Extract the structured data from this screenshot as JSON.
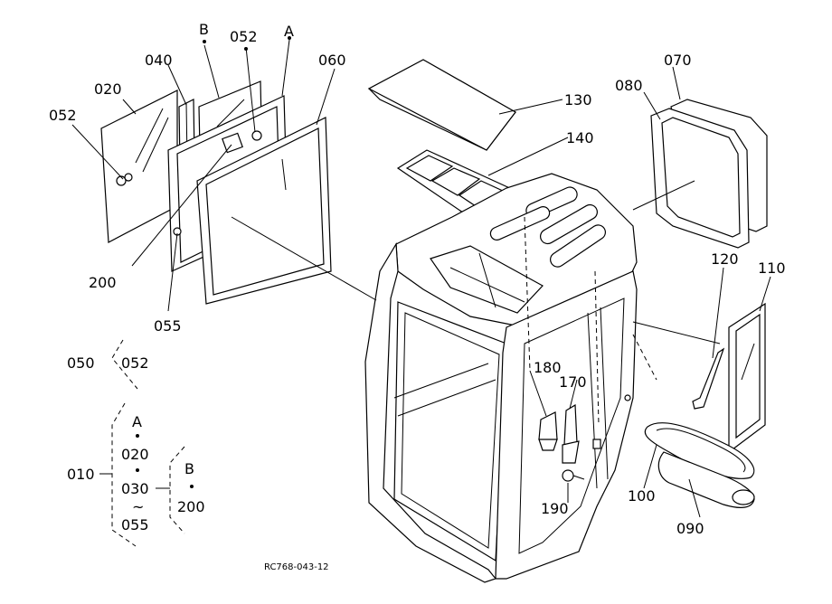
{
  "parts": {
    "p010": "010",
    "p020": "020",
    "p030": "030",
    "p040": "040",
    "p050": "050",
    "p052": "052",
    "p055": "055",
    "p060": "060",
    "p070": "070",
    "p080": "080",
    "p090": "090",
    "p100": "100",
    "p110": "110",
    "p120": "120",
    "p130": "130",
    "p140": "140",
    "p170": "170",
    "p180": "180",
    "p190": "190",
    "p200": "200"
  },
  "refs": {
    "a": "A",
    "b": "B"
  },
  "legend": {
    "g050_main": "050",
    "g050_sub": "052",
    "g010_main": "010",
    "g010_a": "A",
    "g010_1": "020",
    "g010_2": "030",
    "g010_tilde": "~",
    "g010_3": "055",
    "g200_b": "B",
    "g200_1": "200"
  },
  "drawing_code": "RC768-043-12"
}
